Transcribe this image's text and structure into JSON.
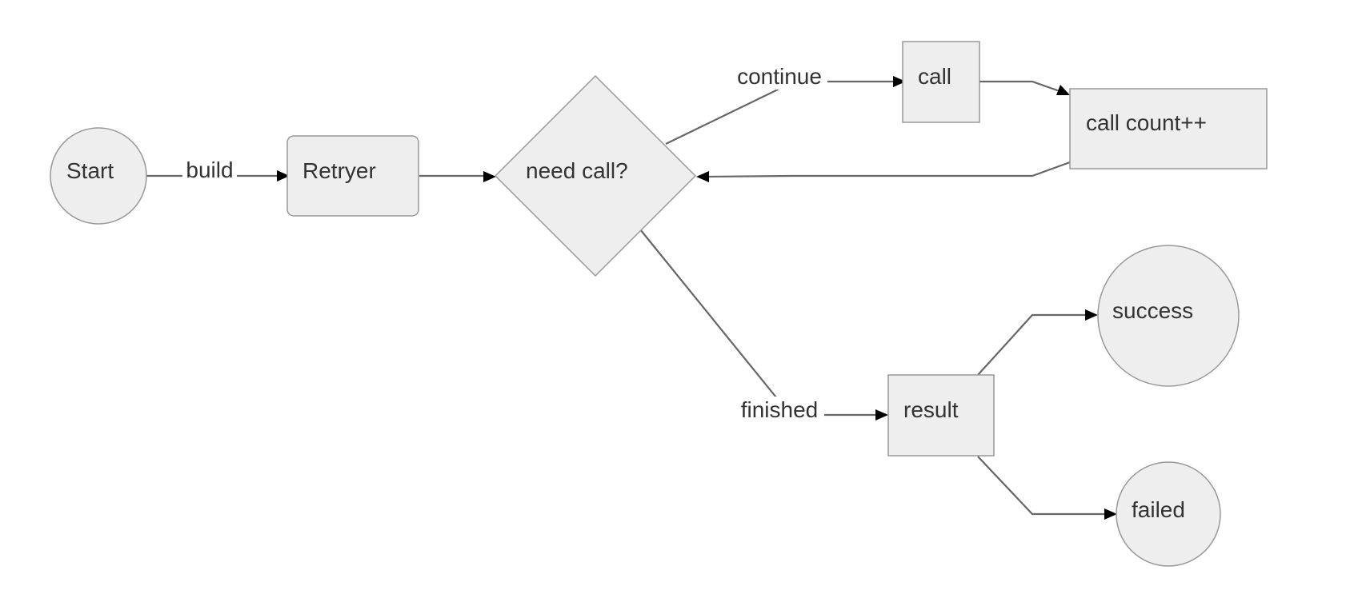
{
  "nodes": {
    "start": "Start",
    "retryer": "Retryer",
    "need_call": "need call?",
    "call": "call",
    "call_count": "call count++",
    "result": "result",
    "success": "success",
    "failed": "failed"
  },
  "edges": {
    "build": "build",
    "continue": "continue",
    "finished": "finished"
  },
  "colors": {
    "node_fill": "#eeeeee",
    "node_stroke": "#999999",
    "edge_stroke": "#666666",
    "text": "#333333"
  }
}
